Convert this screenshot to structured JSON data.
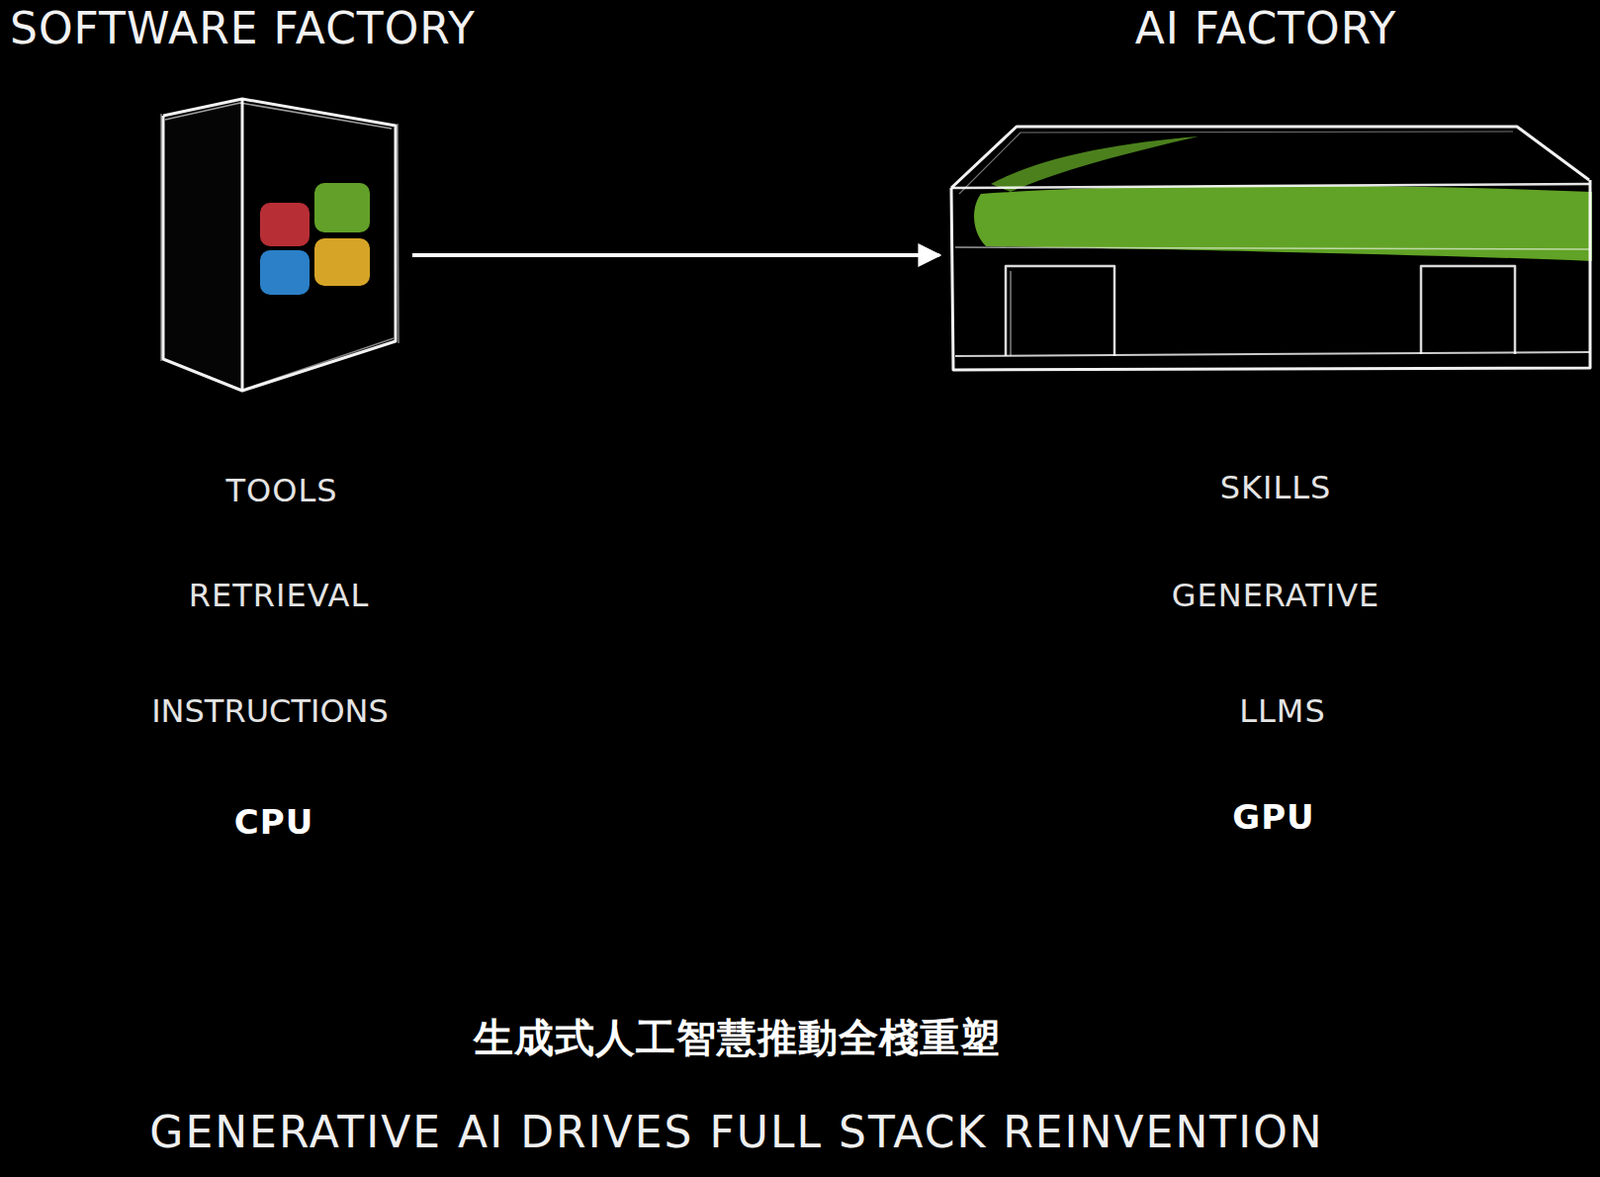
{
  "diagram": {
    "caption": "GENERATIVE AI DRIVES FULL STACK REINVENTION",
    "nodes": [
      {
        "text": [
          "SOFTWARE FACTORY"
        ]
      },
      {
        "text": [
          "AI FACTORY"
        ]
      }
    ],
    "edges": [
      {
        "from": 0,
        "to": 1,
        "arrow": "to"
      }
    ],
    "labels": [
      "TOOLS",
      "RETRIEVAL",
      "INSTRUCTIONS",
      "CPU",
      "SKILLS",
      "GENERATIVE",
      "LLMS",
      "GPU",
      "生成式人工智慧推動全棧重塑"
    ]
  }
}
